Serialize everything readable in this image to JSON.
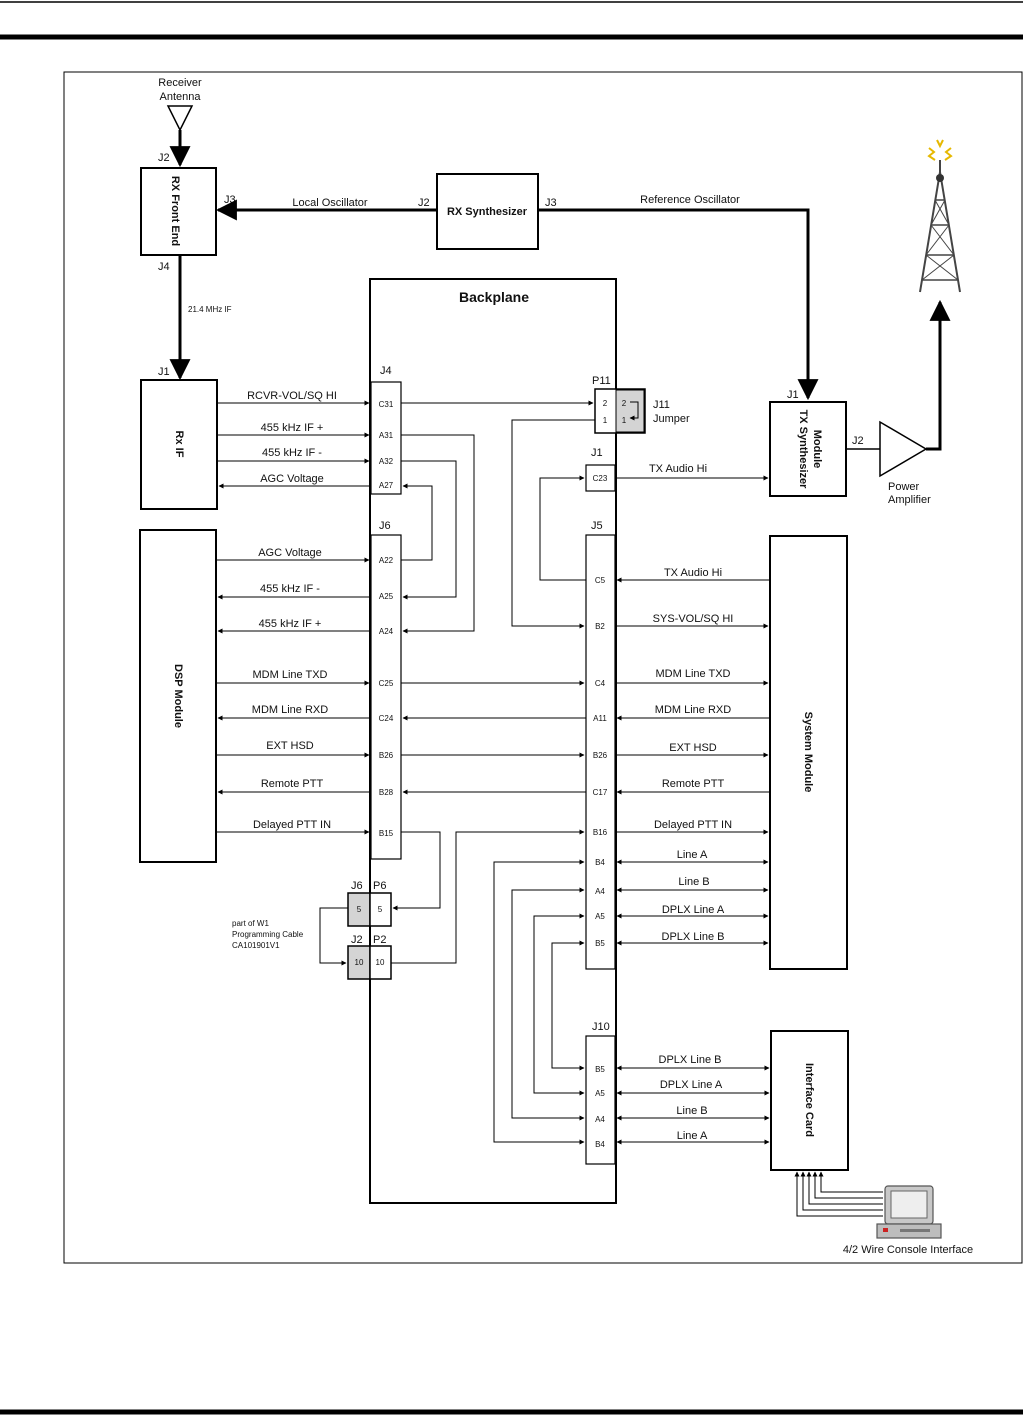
{
  "labels": {
    "receiver_antenna": [
      "Receiver",
      "Antenna"
    ],
    "rx_front_end": "RX Front End",
    "rx_synthesizer": "RX Synthesizer",
    "local_oscillator": "Local Oscillator",
    "reference_oscillator": "Reference Oscillator",
    "if_21": "21.4 MHz IF",
    "rx_if": "Rx IF",
    "dsp_module": "DSP Module",
    "system_module": "System Module",
    "interface_card": "Interface Card",
    "tx_synth": [
      "TX Synthesizer",
      "Module"
    ],
    "power_amplifier": [
      "Power",
      "Amplifier"
    ],
    "backplane": "Backplane",
    "jumper": [
      "J11",
      "Jumper"
    ],
    "console": "4/2 Wire Console Interface",
    "w1_note": [
      "part of W1",
      "Programming Cable",
      "CA101901V1"
    ]
  },
  "connectors": {
    "fe_j2": "J2",
    "fe_j3": "J3",
    "fe_j4": "J4",
    "syn_j2": "J2",
    "syn_j3": "J3",
    "rxif_j1": "J1",
    "bp_j4": "J4",
    "bp_j6": "J6",
    "bp_j1": "J1",
    "bp_j5": "J5",
    "bp_j10": "J10",
    "bp_p11": "P11",
    "tx_j1": "J1",
    "tx_j2": "J2",
    "j6": "J6",
    "p6": "P6",
    "j2": "J2",
    "p2": "P2"
  },
  "signals": {
    "rcvr_vol": "RCVR-VOL/SQ HI",
    "if_plus": "455 kHz IF +",
    "if_minus": "455 kHz IF -",
    "agc": "AGC Voltage",
    "mdm_txd": "MDM Line TXD",
    "mdm_rxd": "MDM Line RXD",
    "ext_hsd": "EXT HSD",
    "remote_ptt": "Remote PTT",
    "delayed_ptt": "Delayed PTT IN",
    "tx_audio": "TX Audio Hi",
    "sys_vol": "SYS-VOL/SQ HI",
    "line_a": "Line A",
    "line_b": "Line B",
    "dplx_a": "DPLX Line A",
    "dplx_b": "DPLX Line B"
  },
  "pins": {
    "j4": [
      "C31",
      "A31",
      "A32",
      "A27"
    ],
    "j6": [
      "A22",
      "A25",
      "A24",
      "C25",
      "C24",
      "B26",
      "B28",
      "B15"
    ],
    "j1": "C23",
    "j5": [
      "C5",
      "B2",
      "C4",
      "A11",
      "B26",
      "C17",
      "B16",
      "B4",
      "A4",
      "A5",
      "B5"
    ],
    "j10": [
      "B5",
      "A5",
      "A4",
      "B4"
    ],
    "p11": [
      "2",
      "1",
      "2",
      "1"
    ],
    "p6": [
      "5",
      "5"
    ],
    "p2": [
      "10",
      "10"
    ]
  },
  "colors": {
    "line": "#000000",
    "shade": "#d4d4d4",
    "spark": "#e6b800"
  }
}
